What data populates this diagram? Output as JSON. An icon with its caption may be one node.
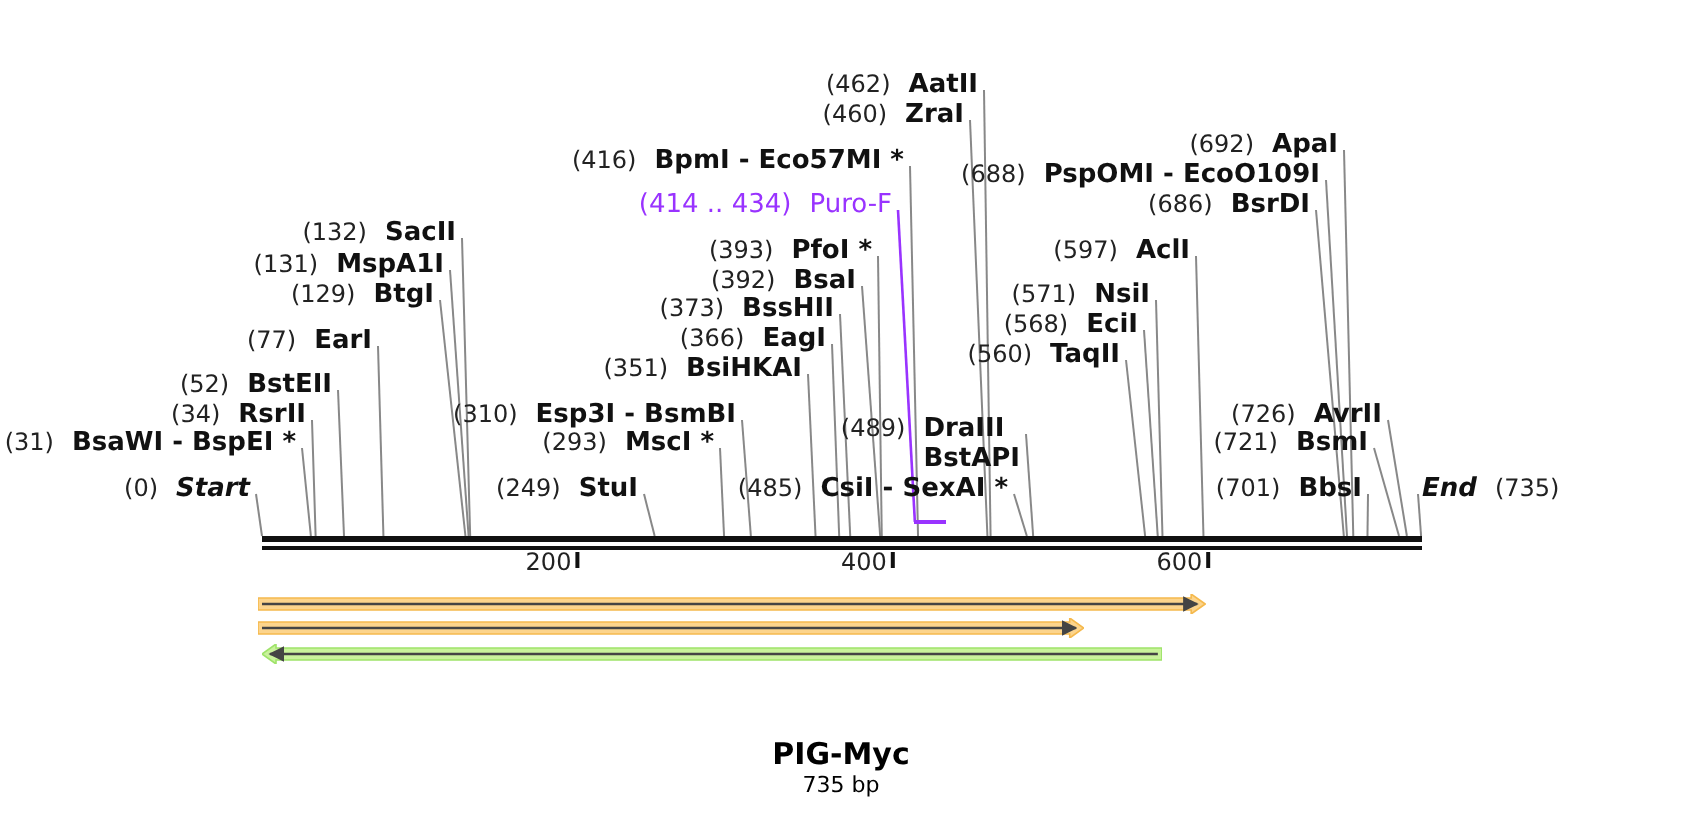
{
  "diagram": {
    "title": "PIG-Myc",
    "caption": "735 bp",
    "nodes": [
      {
        "text": [
          "(0)",
          "Start"
        ]
      },
      {
        "text": [
          "(31)",
          "BsaWI - BspEI *"
        ]
      },
      {
        "text": [
          "(34)",
          "RsrII"
        ]
      },
      {
        "text": [
          "(52)",
          "BstEII"
        ]
      },
      {
        "text": [
          "(77)",
          "EarI"
        ]
      },
      {
        "text": [
          "(129)",
          "BtgI"
        ]
      },
      {
        "text": [
          "(131)",
          "MspA1I"
        ]
      },
      {
        "text": [
          "(132)",
          "SacII"
        ]
      },
      {
        "text": [
          "(249)",
          "StuI"
        ]
      },
      {
        "text": [
          "(293)",
          "MscI *"
        ]
      },
      {
        "text": [
          "(310)",
          "Esp3I - BsmBI"
        ]
      },
      {
        "text": [
          "(351)",
          "BsiHKAI"
        ]
      },
      {
        "text": [
          "(366)",
          "EagI"
        ]
      },
      {
        "text": [
          "(373)",
          "BssHII"
        ]
      },
      {
        "text": [
          "(392)",
          "BsaI"
        ]
      },
      {
        "text": [
          "(393)",
          "PfoI *"
        ]
      },
      {
        "text": [
          "(414 .. 434)",
          "Puro-F"
        ]
      },
      {
        "text": [
          "(416)",
          "BpmI - Eco57MI *"
        ]
      },
      {
        "text": [
          "(460)",
          "ZraI"
        ]
      },
      {
        "text": [
          "(462)",
          "AatII"
        ]
      },
      {
        "text": [
          "(485)",
          "CsiI - SexAI *"
        ]
      },
      {
        "text": [
          "(489)",
          "DraIII",
          "BstAPI"
        ]
      },
      {
        "text": [
          "(560)",
          "TaqII"
        ]
      },
      {
        "text": [
          "(568)",
          "EciI"
        ]
      },
      {
        "text": [
          "(571)",
          "NsiI"
        ]
      },
      {
        "text": [
          "(597)",
          "AclI"
        ]
      },
      {
        "text": [
          "(686)",
          "BsrDI"
        ]
      },
      {
        "text": [
          "(688)",
          "PspOMI - EcoO109I"
        ]
      },
      {
        "text": [
          "(692)",
          "ApaI"
        ]
      },
      {
        "text": [
          "(701)",
          "BbsI"
        ]
      },
      {
        "text": [
          "(721)",
          "BsmI"
        ]
      },
      {
        "text": [
          "(726)",
          "AvrII"
        ]
      },
      {
        "text": [
          "End",
          "(735)"
        ]
      },
      {
        "text": [],
        "shape": "bar"
      },
      {
        "text": [],
        "shape": "bar"
      },
      {
        "text": [],
        "shape": "bar"
      },
      {
        "text": [],
        "shape": "bar"
      },
      {
        "text": [],
        "shape": "bar"
      }
    ],
    "edges": [
      {
        "from": 0,
        "to": 33,
        "arrow": "none"
      },
      {
        "from": 1,
        "to": 33,
        "arrow": "none"
      },
      {
        "from": 2,
        "to": 33,
        "arrow": "none"
      },
      {
        "from": 3,
        "to": 33,
        "arrow": "none"
      },
      {
        "from": 4,
        "to": 33,
        "arrow": "none"
      },
      {
        "from": 5,
        "to": 33,
        "arrow": "none"
      },
      {
        "from": 6,
        "to": 33,
        "arrow": "none"
      },
      {
        "from": 7,
        "to": 33,
        "arrow": "none"
      },
      {
        "from": 8,
        "to": 33,
        "arrow": "none"
      },
      {
        "from": 9,
        "to": 33,
        "arrow": "none"
      },
      {
        "from": 10,
        "to": 33,
        "arrow": "none"
      },
      {
        "from": 11,
        "to": 33,
        "arrow": "none"
      },
      {
        "from": 12,
        "to": 33,
        "arrow": "none"
      },
      {
        "from": 13,
        "to": 33,
        "arrow": "none"
      },
      {
        "from": 14,
        "to": 33,
        "arrow": "none"
      },
      {
        "from": 15,
        "to": 33,
        "arrow": "none"
      },
      {
        "from": 16,
        "to": 34,
        "arrow": "none",
        "color": "#9933ff"
      },
      {
        "from": 17,
        "to": 33,
        "arrow": "none"
      },
      {
        "from": 18,
        "to": 33,
        "arrow": "none"
      },
      {
        "from": 19,
        "to": 33,
        "arrow": "none"
      },
      {
        "from": 20,
        "to": 33,
        "arrow": "none"
      },
      {
        "from": 21,
        "to": 33,
        "arrow": "none"
      },
      {
        "from": 22,
        "to": 33,
        "arrow": "none"
      },
      {
        "from": 23,
        "to": 33,
        "arrow": "none"
      },
      {
        "from": 24,
        "to": 33,
        "arrow": "none"
      },
      {
        "from": 25,
        "to": 33,
        "arrow": "none"
      },
      {
        "from": 26,
        "to": 33,
        "arrow": "none"
      },
      {
        "from": 27,
        "to": 33,
        "arrow": "none"
      },
      {
        "from": 28,
        "to": 33,
        "arrow": "none"
      },
      {
        "from": 29,
        "to": 33,
        "arrow": "none"
      },
      {
        "from": 30,
        "to": 33,
        "arrow": "none"
      },
      {
        "from": 31,
        "to": 33,
        "arrow": "none"
      },
      {
        "from": 32,
        "to": 33,
        "arrow": "none"
      }
    ],
    "labels": [
      "200",
      "400",
      "600"
    ]
  }
}
